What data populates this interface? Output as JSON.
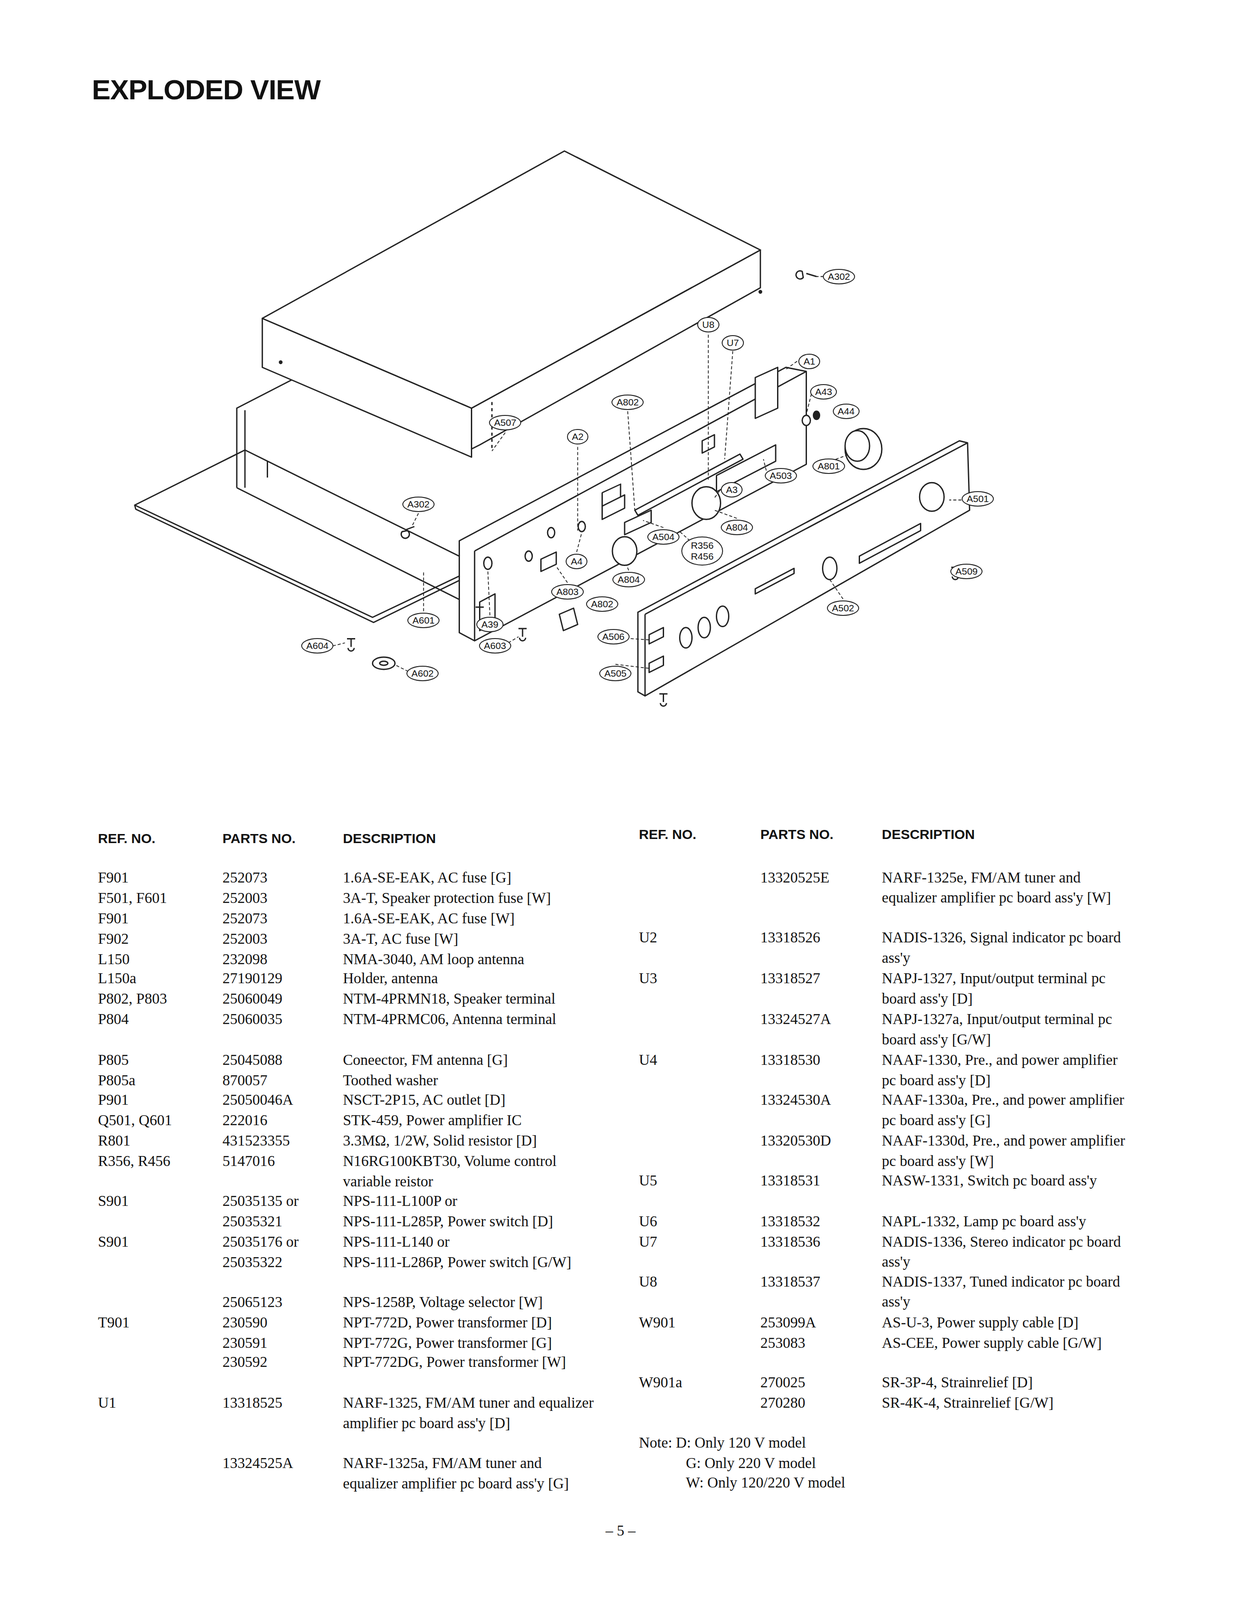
{
  "diagram": {
    "title": "EXPLODED VIEW",
    "nodes": [
      {
        "text": [
          "A302"
        ]
      },
      {
        "text": [
          "U8"
        ]
      },
      {
        "text": [
          "U7"
        ]
      },
      {
        "text": [
          "A1"
        ]
      },
      {
        "text": [
          "A43"
        ]
      },
      {
        "text": [
          "A802"
        ]
      },
      {
        "text": [
          "A44"
        ]
      },
      {
        "text": [
          "A507"
        ]
      },
      {
        "text": [
          "A2"
        ]
      },
      {
        "text": [
          "A801"
        ]
      },
      {
        "text": [
          "A503"
        ]
      },
      {
        "text": [
          "A3"
        ]
      },
      {
        "text": [
          "A501"
        ]
      },
      {
        "text": [
          "A302"
        ]
      },
      {
        "text": [
          "A804"
        ]
      },
      {
        "text": [
          "A504"
        ]
      },
      {
        "text": [
          "R356 R456"
        ]
      },
      {
        "text": [
          "A4"
        ]
      },
      {
        "text": [
          "A509"
        ]
      },
      {
        "text": [
          "A804"
        ]
      },
      {
        "text": [
          "A803"
        ]
      },
      {
        "text": [
          "A802"
        ]
      },
      {
        "text": [
          "A502"
        ]
      },
      {
        "text": [
          "A601"
        ]
      },
      {
        "text": [
          "A39"
        ]
      },
      {
        "text": [
          "A506"
        ]
      },
      {
        "text": [
          "A604"
        ]
      },
      {
        "text": [
          "A603"
        ]
      },
      {
        "text": [
          "A505"
        ]
      },
      {
        "text": [
          "A602"
        ]
      }
    ],
    "labels": [
      "REF. NO.",
      "PARTS NO.",
      "DESCRIPTION",
      "REF. NO.",
      "PARTS NO.",
      "DESCRIPTION",
      "F901",
      "252073",
      "1.6A-SE-EAK, AC fuse [G]",
      "F501, F601",
      "252003",
      "3A-T, Speaker protection fuse [W]",
      "F901",
      "252073",
      "1.6A-SE-EAK, AC fuse [W]",
      "F902",
      "252003",
      "3A-T, AC fuse [W]",
      "L150",
      "232098",
      "NMA-3040, AM loop antenna",
      "L150a",
      "27190129",
      "Holder, antenna",
      "P802, P803",
      "25060049",
      "NTM-4PRMN18, Speaker terminal",
      "P804",
      "25060035",
      "NTM-4PRMC06, Antenna terminal",
      "P805",
      "25045088",
      "Coneector, FM antenna [G]",
      "P805a",
      "870057",
      "Toothed washer",
      "P901",
      "25050046A",
      "NSCT-2P15, AC outlet [D]",
      "Q501, Q601",
      "222016",
      "STK-459, Power amplifier IC",
      "R801",
      "431523355",
      "3.3MΩ, 1/2W, Solid resistor [D]",
      "R356, R456",
      "5147016",
      "N16RG100KBT30, Volume control variable reistor",
      "S901",
      "25035135 or",
      "NPS-111-L100P or",
      "25035321",
      "NPS-111-L285P, Power switch [D]",
      "S901",
      "25035176 or",
      "NPS-111-L140 or",
      "25035322",
      "NPS-111-L286P, Power switch [G/W]",
      "25065123",
      "NPS-1258P, Voltage selector [W]",
      "T901",
      "230590",
      "NPT-772D, Power transformer [D]",
      "230591",
      "NPT-772G, Power transformer [G]",
      "230592",
      "NPT-772DG, Power transformer [W]",
      "U1",
      "13318525",
      "NARF-1325, FM/AM tuner and equalizer amplifier pc board ass'y [D]",
      "13324525A",
      "NARF-1325a, FM/AM tuner and equalizer amplifier pc board ass'y [G]",
      "13320525E",
      "NARF-1325e, FM/AM tuner and equalizer amplifier pc board ass'y [W]",
      "U2",
      "13318526",
      "NADIS-1326, Signal indicator pc board ass'y",
      "U3",
      "13318527",
      "NAPJ-1327, Input/output terminal pc board ass'y [D]",
      "13324527A",
      "NAPJ-1327a, Input/output terminal pc board ass'y [G/W]",
      "U4",
      "13318530",
      "NAAF-1330, Pre., and power amplifier pc board ass'y [D]",
      "13324530A",
      "NAAF-1330a, Pre., and power amplifier pc board ass'y [G]",
      "13320530D",
      "NAAF-1330d, Pre., and power amplifier pc board ass'y [W]",
      "U5",
      "13318531",
      "NASW-1331, Switch pc board ass'y",
      "U6",
      "13318532",
      "NAPL-1332, Lamp pc board ass'y",
      "U7",
      "13318536",
      "NADIS-1336, Stereo indicator pc board ass'y",
      "U8",
      "13318537",
      "NADIS-1337, Tuned indicator pc board ass'y",
      "W901",
      "253099A",
      "AS-U-3, Power supply cable [D]",
      "253083",
      "AS-CEE, Power supply cable [G/W]",
      "W901a",
      "270025",
      "SR-3P-4, Strainrelief [D]",
      "270280",
      "SR-4K-4, Strainrelief [G/W]",
      "Note: D: Only 120 V model",
      "G: Only 220 V model",
      "W: Only 120/220 V model",
      "– 5 –"
    ]
  }
}
